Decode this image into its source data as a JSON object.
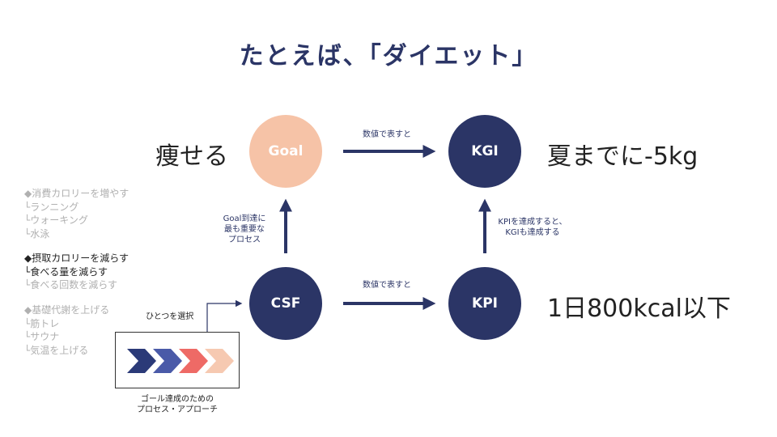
{
  "title": "たとえば、「ダイエット」",
  "nodes": {
    "goal": "Goal",
    "kgi": "KGI",
    "csf": "CSF",
    "kpi": "KPI"
  },
  "values": {
    "goal": "痩せる",
    "kgi": "夏までに-5kg",
    "kpi": "1日800kcal以下"
  },
  "arrows": {
    "top": "数値で表すと",
    "bottom": "数値で表すと",
    "left": [
      "Goal到達に",
      "最も重要な",
      "プロセス"
    ],
    "right": [
      "KPIを達成すると、",
      "KGIも達成する"
    ]
  },
  "options": [
    {
      "heading": "◆消費カロリーを増やす",
      "items": [
        "└ランニング",
        "└ウォーキング",
        "└水泳"
      ],
      "selected": false
    },
    {
      "heading": "◆摂取カロリーを減らす",
      "items": [
        "└食べる量を減らす",
        "└食べる回数を減らす"
      ],
      "selected": true,
      "selected_item": 0
    },
    {
      "heading": "◆基礎代謝を上げる",
      "items": [
        "└筋トレ",
        "└サウナ",
        "└気温を上げる"
      ],
      "selected": false
    }
  ],
  "select_label": "ひとつを選択",
  "process_caption": [
    "ゴール達成のための",
    "プロセス・アプローチ"
  ],
  "colors": {
    "navy": "#2b3566",
    "peach": "#f6c3a7",
    "chevron_navy": "#2b3a78",
    "chevron_blue": "#4a5aa8",
    "chevron_red": "#ee6a66",
    "chevron_peach": "#f6c9b1"
  }
}
